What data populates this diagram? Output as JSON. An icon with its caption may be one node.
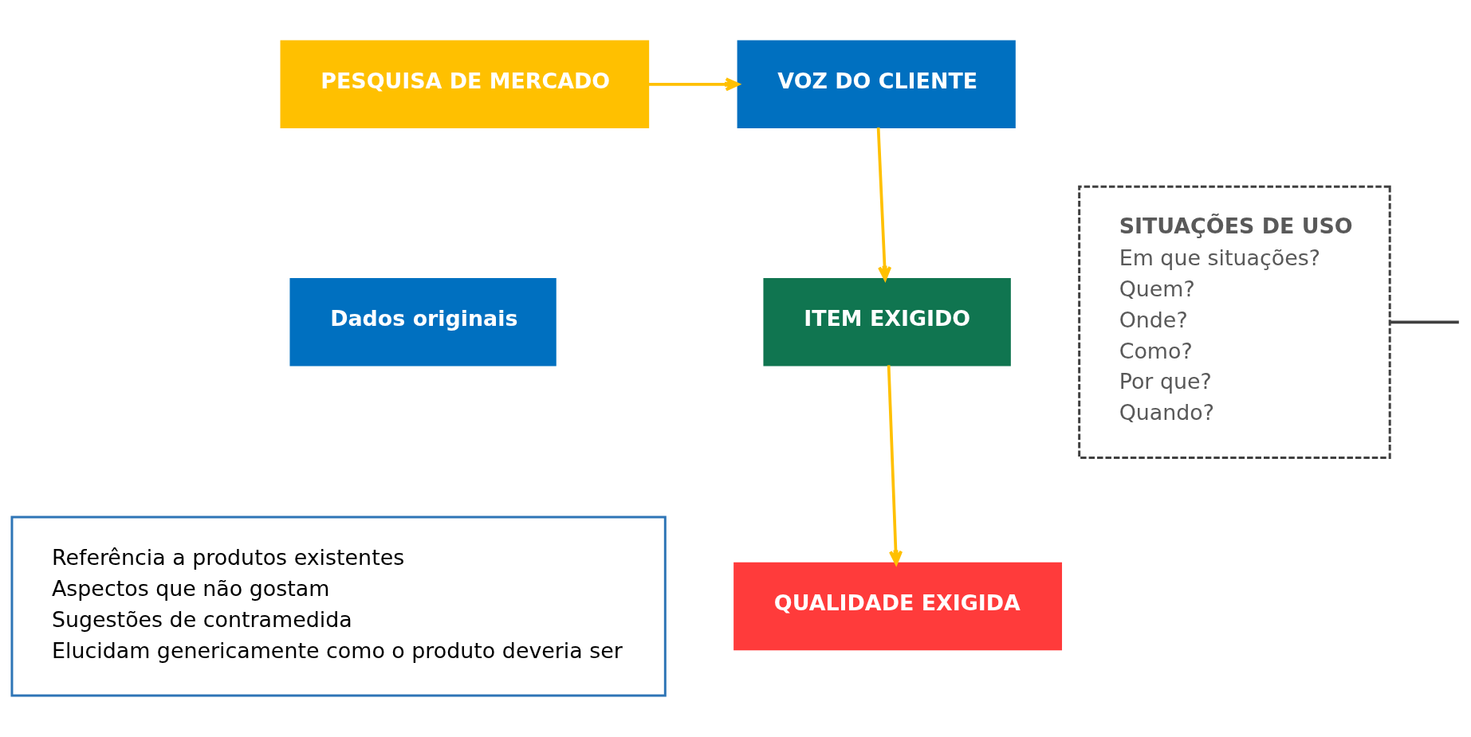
{
  "diagram": {
    "nodes": [
      {
        "text": [
          "PESQUISA DE MERCADO"
        ]
      },
      {
        "text": [
          "VOZ DO CLIENTE"
        ]
      },
      {
        "text": [
          "SITUAÇÕES DE USO",
          "Em que situações?",
          "Quem?",
          "Onde?",
          "Como?",
          "Por que?",
          "Quando?"
        ]
      },
      {
        "text": [
          "ITEM EXIGIDO"
        ]
      },
      {
        "text": [
          "QUALIDADE EXIGIDA"
        ]
      },
      {
        "text": [
          "Dados originais"
        ]
      },
      {
        "text": [
          "Referência a produtos existentes",
          "Aspectos que não gostam",
          "Sugestões de contramedida",
          "Elucidam genericamente como o produto deveria ser"
        ]
      }
    ],
    "edges": [
      {
        "from": 0,
        "to": 1,
        "arrow": "to"
      },
      {
        "from": 1,
        "to": 3,
        "arrow": "to"
      },
      {
        "from": 3,
        "to": 4,
        "arrow": "to"
      },
      {
        "from": 2,
        "to": null,
        "arrow": "none",
        "color": "#404040"
      }
    ]
  }
}
